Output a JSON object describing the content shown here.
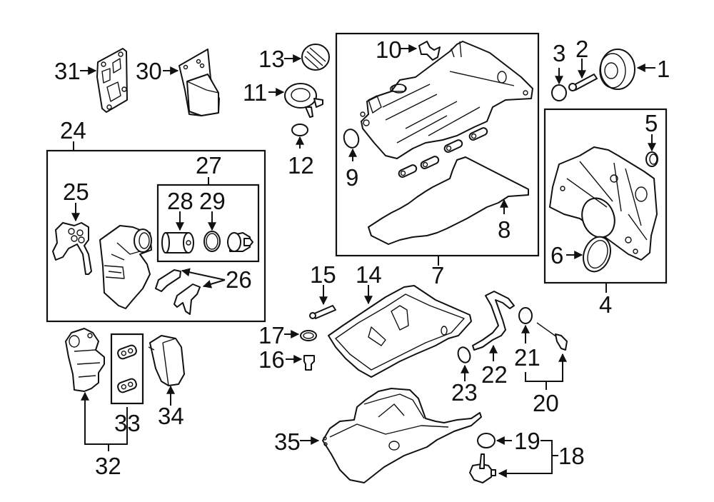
{
  "diagram": {
    "type": "exploded-parts-diagram",
    "subject": "Engine parts (valve cover, timing cover, oil pan, oil filter housing, oil cooler)",
    "callouts": [
      {
        "id": "1",
        "label": "1",
        "part": "crankshaft pulley"
      },
      {
        "id": "2",
        "label": "2",
        "part": "pulley bolt"
      },
      {
        "id": "3",
        "label": "3",
        "part": "cap"
      },
      {
        "id": "4",
        "label": "4",
        "part": "timing cover assembly"
      },
      {
        "id": "5",
        "label": "5",
        "part": "seal"
      },
      {
        "id": "6",
        "label": "6",
        "part": "front crank seal"
      },
      {
        "id": "7",
        "label": "7",
        "part": "valve cover assembly"
      },
      {
        "id": "8",
        "label": "8",
        "part": "valve cover gasket"
      },
      {
        "id": "9",
        "label": "9",
        "part": "o-ring"
      },
      {
        "id": "10",
        "label": "10",
        "part": "bracket"
      },
      {
        "id": "11",
        "label": "11",
        "part": "oil filler neck"
      },
      {
        "id": "12",
        "label": "12",
        "part": "o-ring"
      },
      {
        "id": "13",
        "label": "13",
        "part": "oil filler cap"
      },
      {
        "id": "14",
        "label": "14",
        "part": "upper oil pan"
      },
      {
        "id": "15",
        "label": "15",
        "part": "sealant"
      },
      {
        "id": "16",
        "label": "16",
        "part": "drain plug"
      },
      {
        "id": "17",
        "label": "17",
        "part": "drain plug gasket"
      },
      {
        "id": "18",
        "label": "18",
        "part": "oil level sensor kit"
      },
      {
        "id": "19",
        "label": "19",
        "part": "o-ring"
      },
      {
        "id": "20",
        "label": "20",
        "part": "dipstick assembly"
      },
      {
        "id": "21",
        "label": "21",
        "part": "o-ring"
      },
      {
        "id": "22",
        "label": "22",
        "part": "dipstick tube"
      },
      {
        "id": "23",
        "label": "23",
        "part": "o-ring"
      },
      {
        "id": "24",
        "label": "24",
        "part": "oil filter housing assembly"
      },
      {
        "id": "25",
        "label": "25",
        "part": "housing gasket"
      },
      {
        "id": "26",
        "label": "26",
        "part": "gaskets"
      },
      {
        "id": "27",
        "label": "27",
        "part": "oil filter kit"
      },
      {
        "id": "28",
        "label": "28",
        "part": "oil filter element"
      },
      {
        "id": "29",
        "label": "29",
        "part": "o-ring"
      },
      {
        "id": "30",
        "label": "30",
        "part": "heat shield"
      },
      {
        "id": "31",
        "label": "31",
        "part": "gasket"
      },
      {
        "id": "32",
        "label": "32",
        "part": "oil cooler assembly"
      },
      {
        "id": "33",
        "label": "33",
        "part": "oil cooler gaskets"
      },
      {
        "id": "34",
        "label": "34",
        "part": "oil cooler"
      },
      {
        "id": "35",
        "label": "35",
        "part": "lower oil pan"
      }
    ]
  }
}
